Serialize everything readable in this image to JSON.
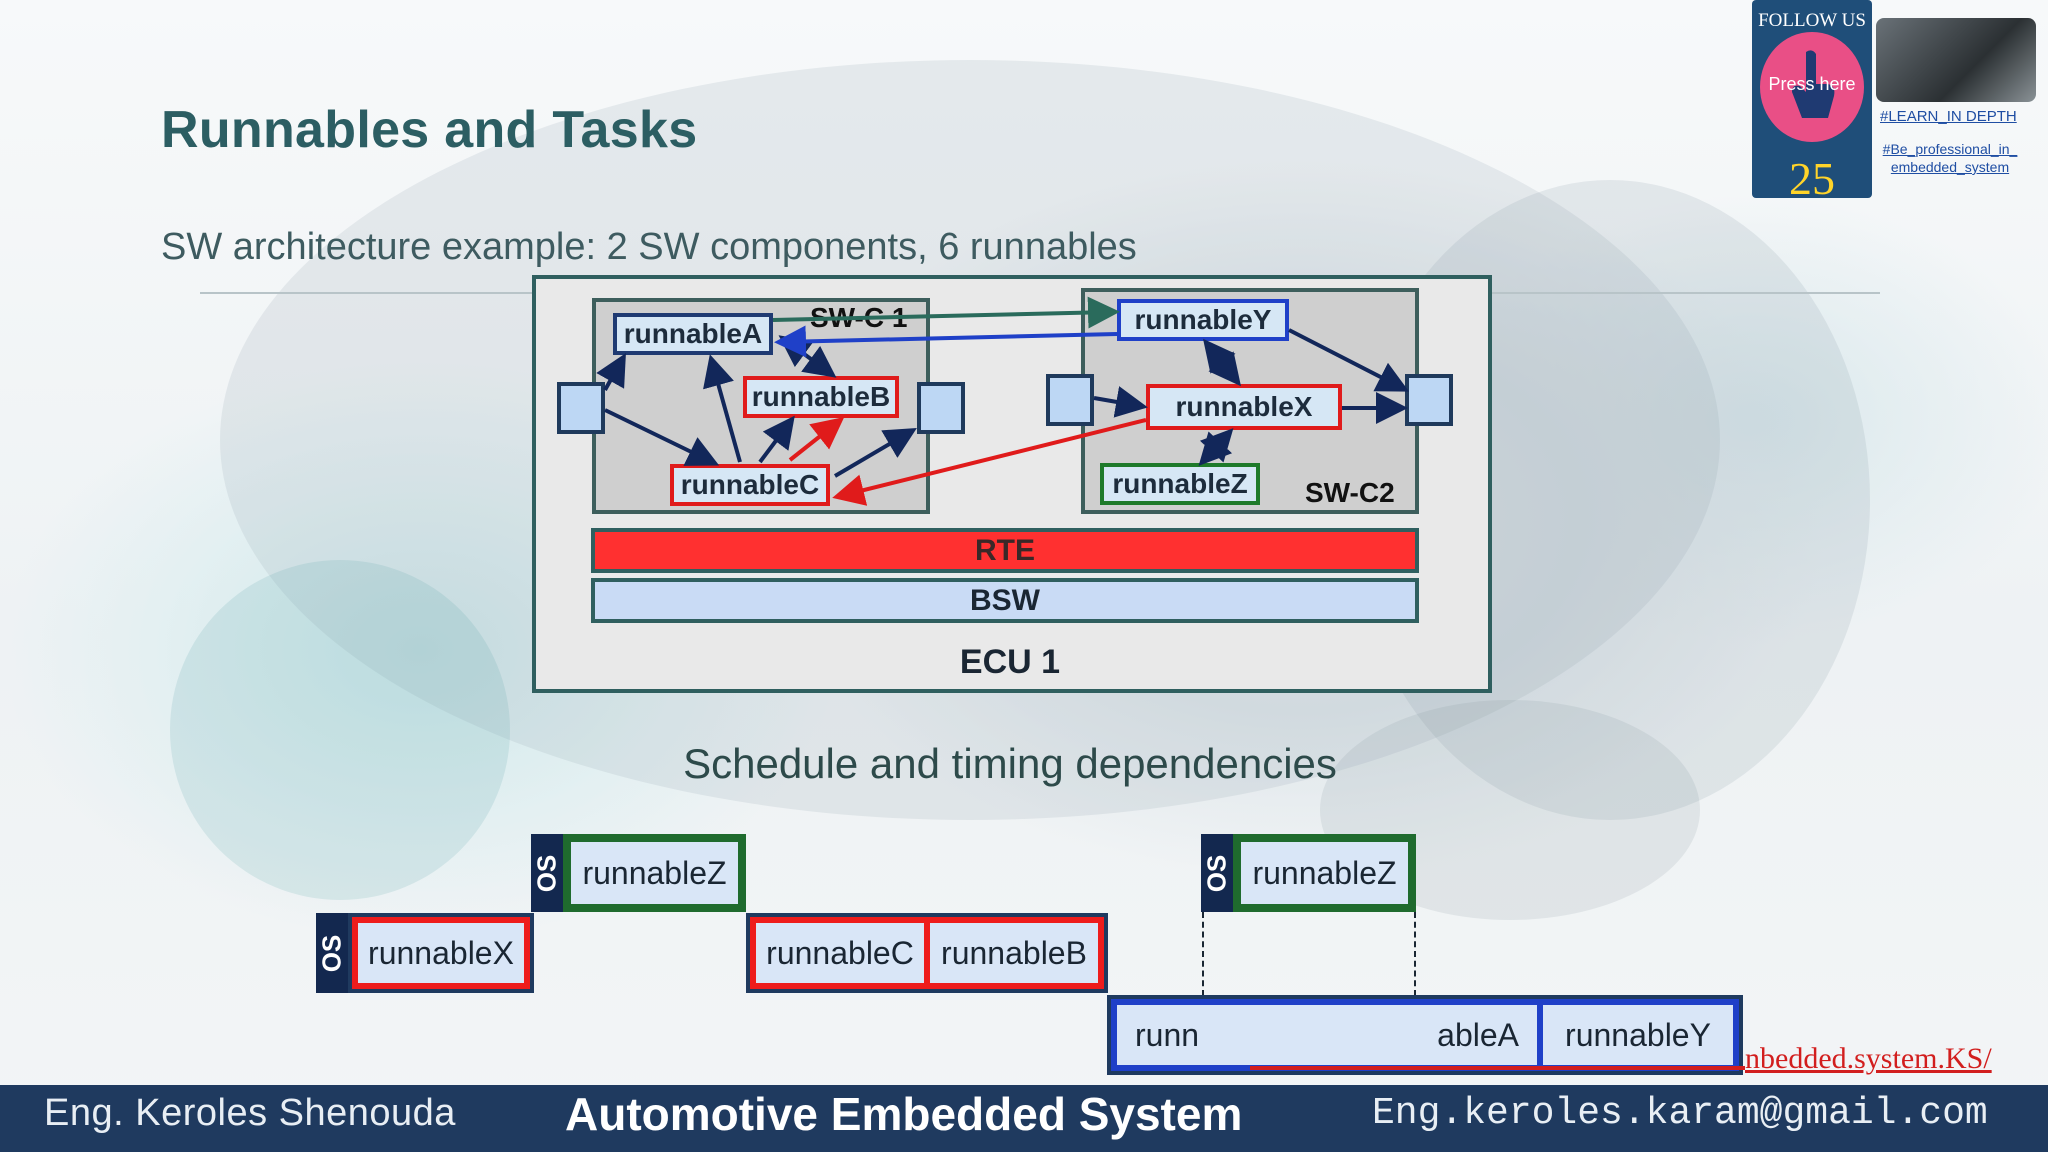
{
  "slide": {
    "title": "Runnables and Tasks",
    "subtitle": "SW architecture example: 2 SW components, 6 runnables",
    "schedule_title": "Schedule and timing dependencies"
  },
  "badge": {
    "follow": "FOLLOW US",
    "press": "Press here",
    "number": "25",
    "tag1": "#LEARN_IN DEPTH",
    "tag2": "#Be_professional_in_ embedded_system"
  },
  "ecu": {
    "label": "ECU 1",
    "rte": "RTE",
    "bsw": "BSW",
    "swc1": {
      "label": "SW-C 1",
      "runnables": {
        "a": "runnableA",
        "b": "runnableB",
        "c": "runnableC"
      }
    },
    "swc2": {
      "label": "SW-C2",
      "runnables": {
        "y": "runnableY",
        "x": "runnableX",
        "z": "runnableZ"
      }
    }
  },
  "timeline": {
    "os": "OS",
    "z1": "runnableZ",
    "z2": "runnableZ",
    "x": "runnableX",
    "c": "runnableC",
    "b": "runnableB",
    "a_left": "runn",
    "a_right": "ableA",
    "y": "runnableY"
  },
  "overlay_link": "nbedded.system.KS/",
  "footer": {
    "left": "Eng. Keroles Shenouda",
    "center": "Automotive Embedded System",
    "right": "Eng.keroles.karam@gmail.com"
  },
  "colors": {
    "footer": "#1f3a5f",
    "rte": "#ff3030",
    "bsw": "#c9dbf5",
    "title": "#2c5e63"
  }
}
